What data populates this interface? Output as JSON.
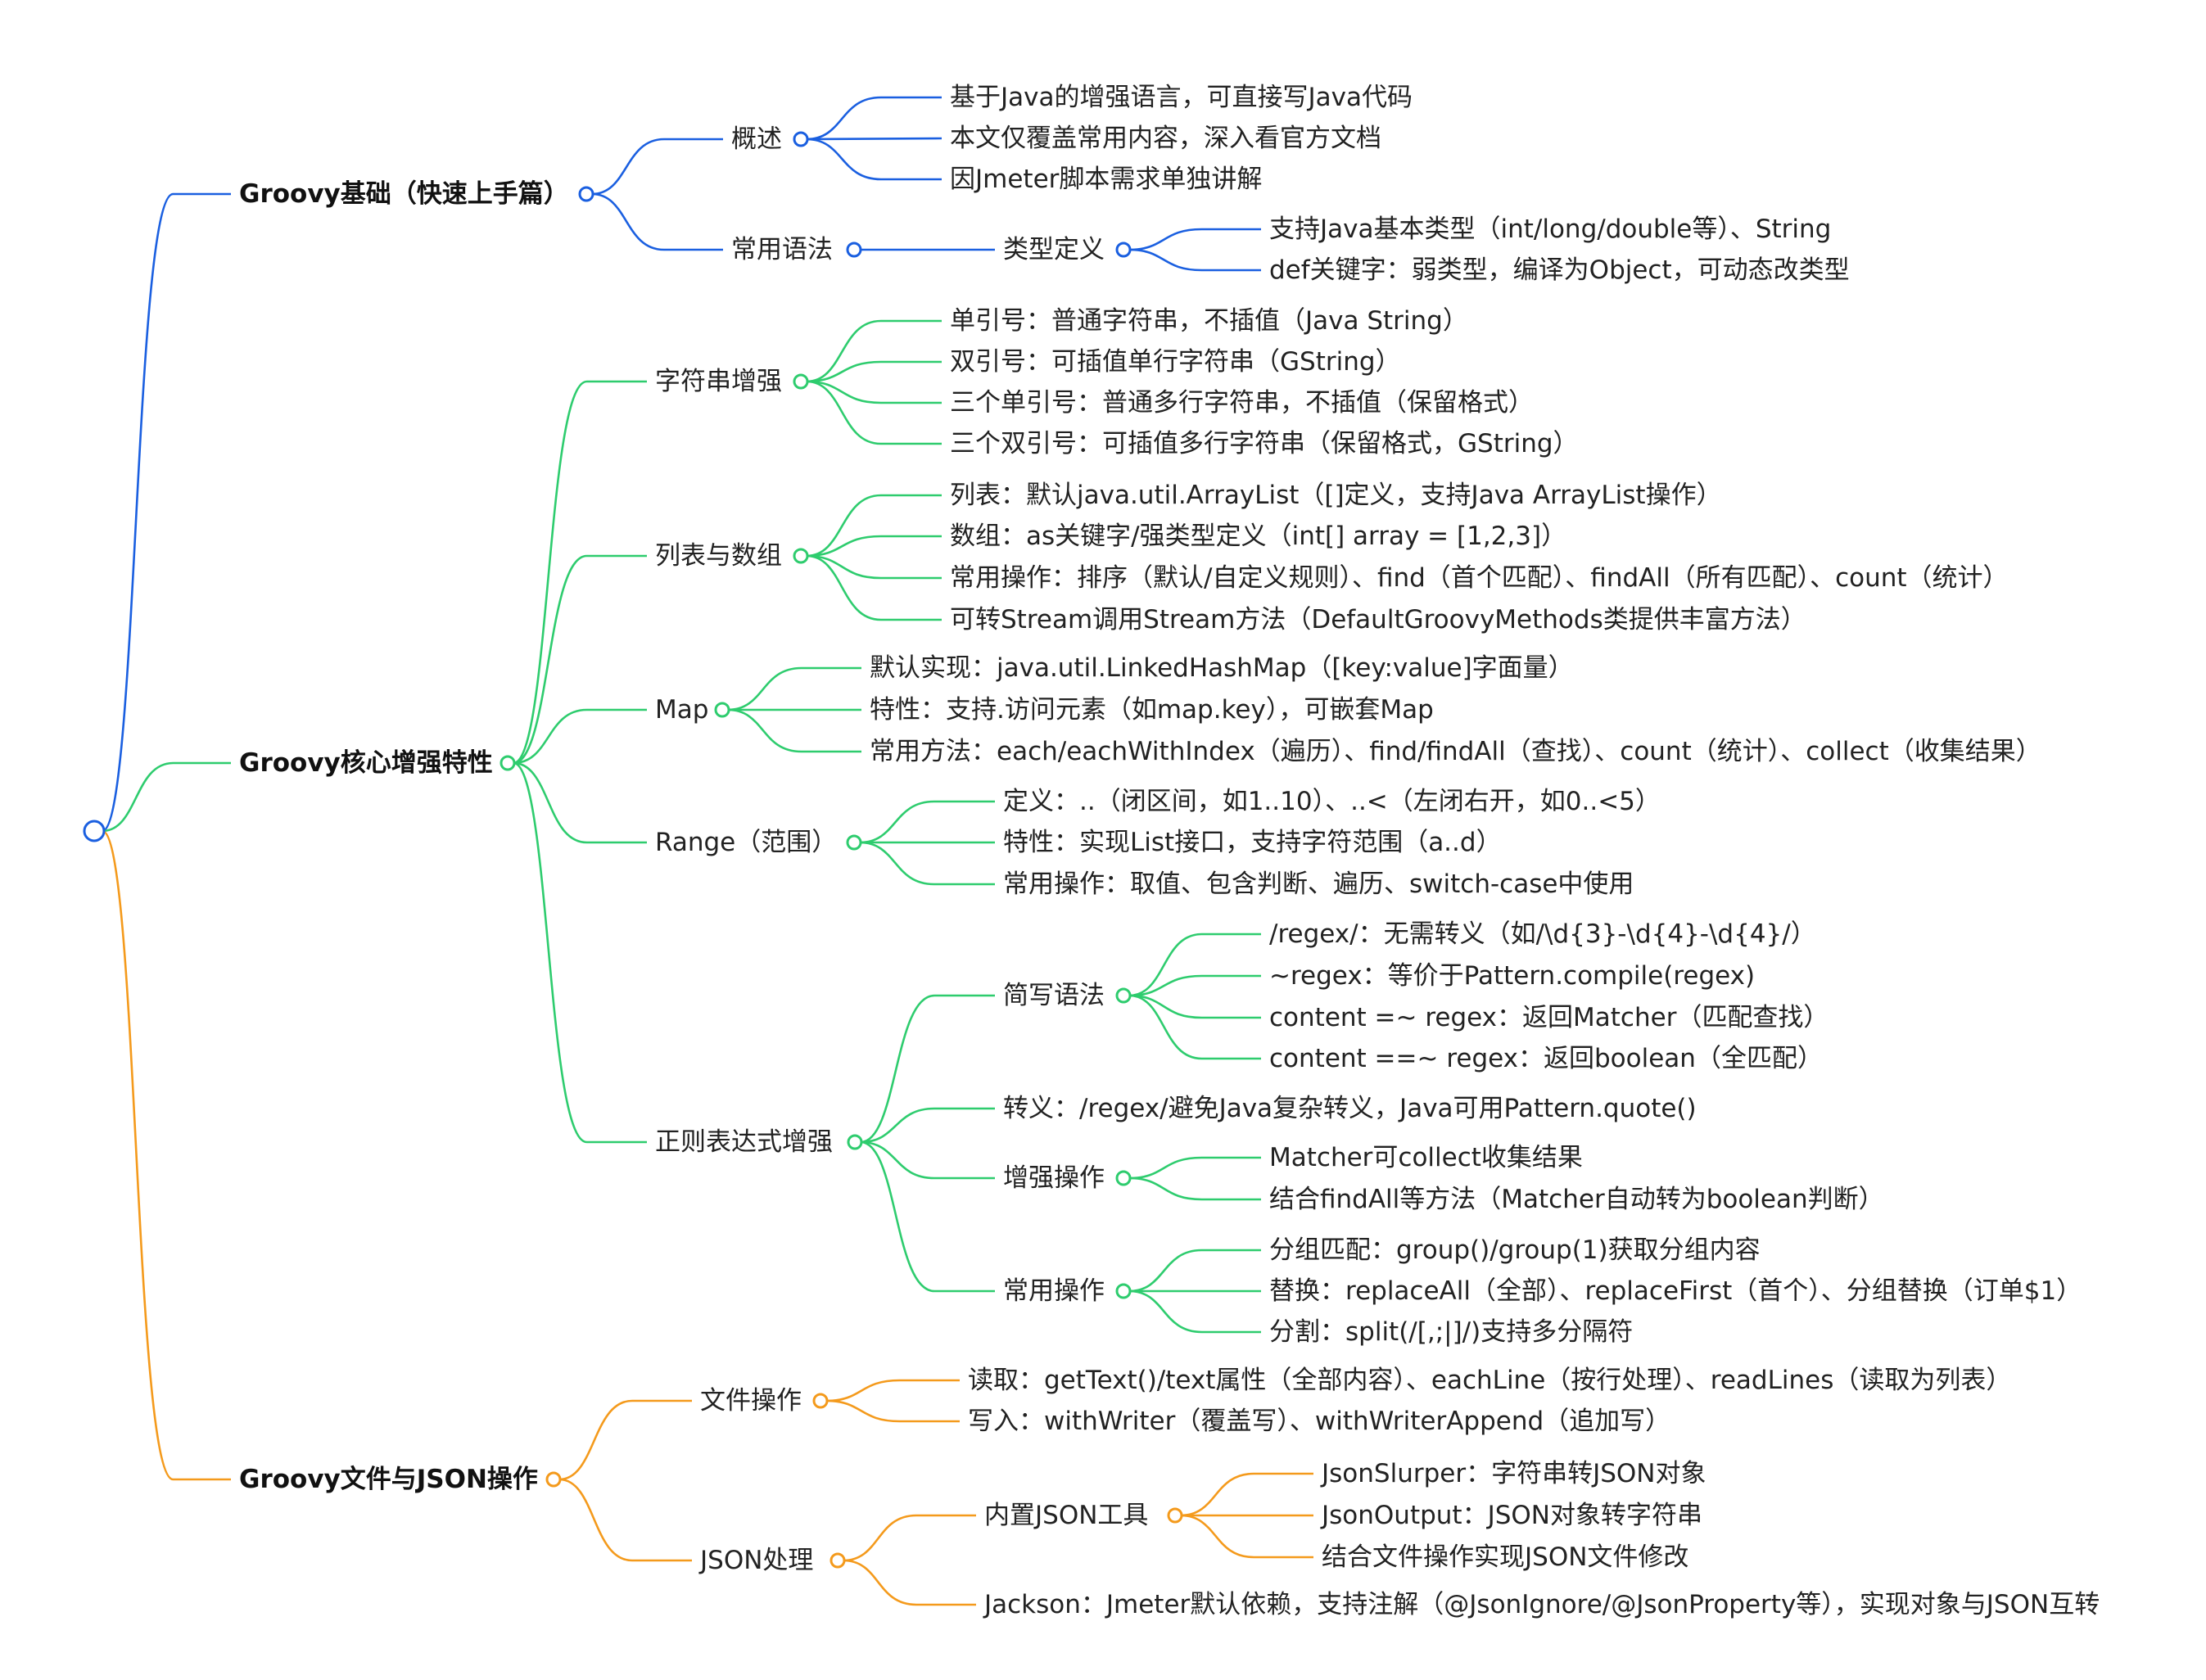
{
  "colors": {
    "blue": "#1a5fe0",
    "green": "#2ecc6e",
    "orange": "#f49a1c",
    "text": "#222222"
  },
  "mindmap": {
    "branches": [
      {
        "label": "Groovy基础（快速上手篇）",
        "color": "blue",
        "children": [
          {
            "label": "概述",
            "children": [
              {
                "label": "基于Java的增强语言，可直接写Java代码"
              },
              {
                "label": "本文仅覆盖常用内容，深入看官方文档"
              },
              {
                "label": "因Jmeter脚本需求单独讲解"
              }
            ]
          },
          {
            "label": "常用语法",
            "children": [
              {
                "label": "类型定义",
                "children": [
                  {
                    "label": "支持Java基本类型（int/long/double等）、String"
                  },
                  {
                    "label": "def关键字：弱类型，编译为Object，可动态改类型"
                  }
                ]
              }
            ]
          }
        ]
      },
      {
        "label": "Groovy核心增强特性",
        "color": "green",
        "children": [
          {
            "label": "字符串增强",
            "children": [
              {
                "label": "单引号：普通字符串，不插值（Java String）"
              },
              {
                "label": "双引号：可插值单行字符串（GString）"
              },
              {
                "label": "三个单引号：普通多行字符串，不插值（保留格式）"
              },
              {
                "label": "三个双引号：可插值多行字符串（保留格式，GString）"
              }
            ]
          },
          {
            "label": "列表与数组",
            "children": [
              {
                "label": "列表：默认java.util.ArrayList（[]定义，支持Java ArrayList操作）"
              },
              {
                "label": "数组：as关键字/强类型定义（int[] array = [1,2,3]）"
              },
              {
                "label": "常用操作：排序（默认/自定义规则）、find（首个匹配）、findAll（所有匹配）、count（统计）"
              },
              {
                "label": "可转Stream调用Stream方法（DefaultGroovyMethods类提供丰富方法）"
              }
            ]
          },
          {
            "label": "Map",
            "children": [
              {
                "label": "默认实现：java.util.LinkedHashMap（[key:value]字面量）"
              },
              {
                "label": "特性：支持.访问元素（如map.key），可嵌套Map"
              },
              {
                "label": "常用方法：each/eachWithIndex（遍历）、find/findAll（查找）、count（统计）、collect（收集结果）"
              }
            ]
          },
          {
            "label": "Range（范围）",
            "children": [
              {
                "label": "定义：..（闭区间，如1..10）、..<（左闭右开，如0..<5）"
              },
              {
                "label": "特性：实现List接口，支持字符范围（a..d）"
              },
              {
                "label": "常用操作：取值、包含判断、遍历、switch-case中使用"
              }
            ]
          },
          {
            "label": "正则表达式增强",
            "children": [
              {
                "label": "简写语法",
                "children": [
                  {
                    "label": "/regex/：无需转义（如/\\d{3}-\\d{4}-\\d{4}/）"
                  },
                  {
                    "label": "~regex：等价于Pattern.compile(regex)"
                  },
                  {
                    "label": "content =~ regex：返回Matcher（匹配查找）"
                  },
                  {
                    "label": "content ==~ regex：返回boolean（全匹配）"
                  }
                ]
              },
              {
                "label": "转义：/regex/避免Java复杂转义，Java可用Pattern.quote()"
              },
              {
                "label": "增强操作",
                "children": [
                  {
                    "label": "Matcher可collect收集结果"
                  },
                  {
                    "label": "结合findAll等方法（Matcher自动转为boolean判断）"
                  }
                ]
              },
              {
                "label": "常用操作",
                "children": [
                  {
                    "label": "分组匹配：group()/group(1)获取分组内容"
                  },
                  {
                    "label": "替换：replaceAll（全部）、replaceFirst（首个）、分组替换（订单$1）"
                  },
                  {
                    "label": "分割：split(/[,;|]/)支持多分隔符"
                  }
                ]
              }
            ]
          }
        ]
      },
      {
        "label": "Groovy文件与JSON操作",
        "color": "orange",
        "children": [
          {
            "label": "文件操作",
            "children": [
              {
                "label": "读取：getText()/text属性（全部内容）、eachLine（按行处理）、readLines（读取为列表）"
              },
              {
                "label": "写入：withWriter（覆盖写）、withWriterAppend（追加写）"
              }
            ]
          },
          {
            "label": "JSON处理",
            "children": [
              {
                "label": "内置JSON工具",
                "children": [
                  {
                    "label": "JsonSlurper：字符串转JSON对象"
                  },
                  {
                    "label": "JsonOutput：JSON对象转字符串"
                  },
                  {
                    "label": "结合文件操作实现JSON文件修改"
                  }
                ]
              },
              {
                "label": "Jackson：Jmeter默认依赖，支持注解（@JsonIgnore/@JsonProperty等），实现对象与JSON互转"
              }
            ]
          }
        ]
      }
    ]
  }
}
